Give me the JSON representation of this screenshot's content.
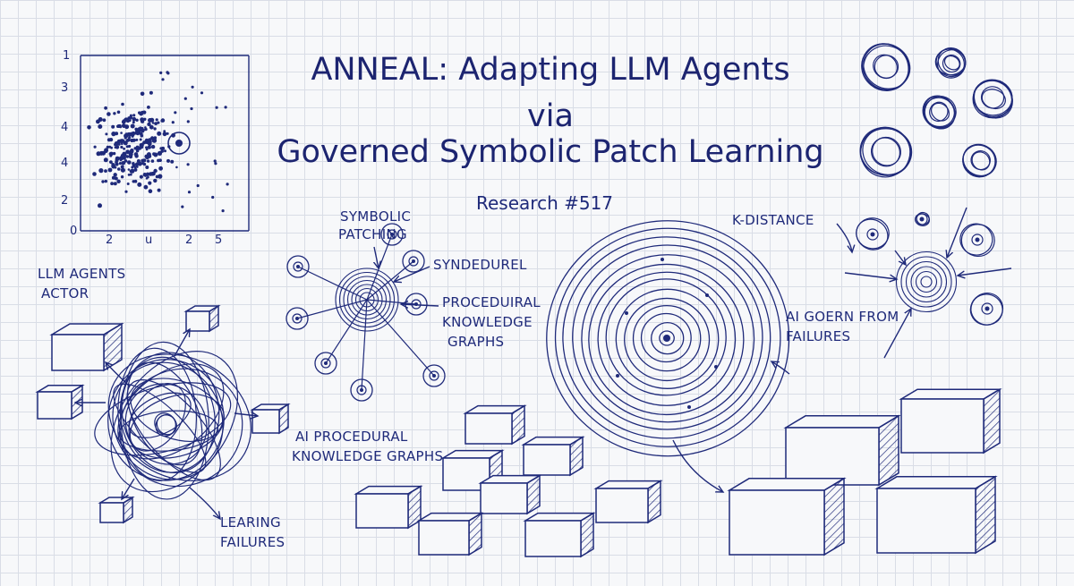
{
  "title": {
    "line1": "ANNEAL: Adapting LLM Agents",
    "line2": "via",
    "line3": "Governed Symbolic Patch Learning"
  },
  "subtitle": "Research #517",
  "scatter": {
    "y_ticks": [
      "1",
      "3",
      "4",
      "4",
      "2",
      "0"
    ],
    "x_ticks": [
      "2",
      "u",
      "2",
      "5"
    ]
  },
  "labels": {
    "llm_agents": "LLM AGENTS",
    "actor": "ACTOR",
    "symbolic": "SYMBOLIC",
    "patching": "PATCHING",
    "syndedurel": "SYNDEDUREL",
    "procedural_1": "PROCEDUIRAL",
    "procedural_2": "KNOWLEDGE",
    "procedural_3": "GRAPHS",
    "ai_procedural_1": "AI PROCEDURAL",
    "ai_procedural_2": "KNOWLEDGE GRAPHS",
    "learning_1": "LEARING",
    "learning_2": "FAILURES",
    "k_distance": "K-DISTANCE",
    "ai_govern_1": "AI GOERN  FROM",
    "ai_govern_2": "FAILURES"
  },
  "colors": {
    "ink": "#1f2a7a",
    "grid": "#d9dde6",
    "paper": "#f7f8fa"
  }
}
